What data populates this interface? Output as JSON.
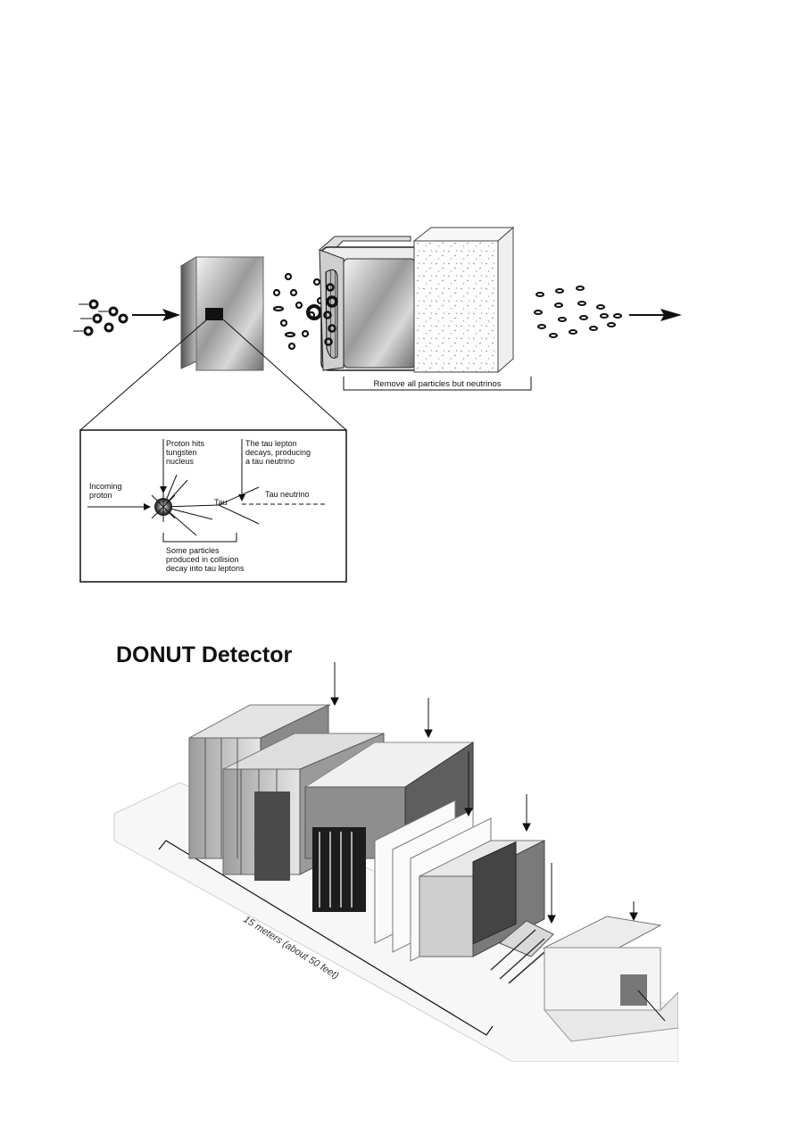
{
  "top_diagram": {
    "caption_remove": "Remove all particles but neutrinos",
    "inset": {
      "proton_hits_line1": "Proton hits",
      "proton_hits_line2": "tungsten",
      "proton_hits_line3": "nucleus",
      "tau_decay_line1": "The tau lepton",
      "tau_decay_line2": "decays, producing",
      "tau_decay_line3": "a tau neutrino",
      "incoming_line1": "Incoming",
      "incoming_line2": "proton",
      "tau_label": "Tau",
      "tau_neutrino_label": "Tau neutrino",
      "particles_line1": "Some particles",
      "particles_line2": "produced in collision",
      "particles_line3": "decay into tau leptons"
    }
  },
  "bottom_diagram": {
    "title": "DONUT Detector",
    "length_label": "15 meters  (about 50 feet)"
  }
}
